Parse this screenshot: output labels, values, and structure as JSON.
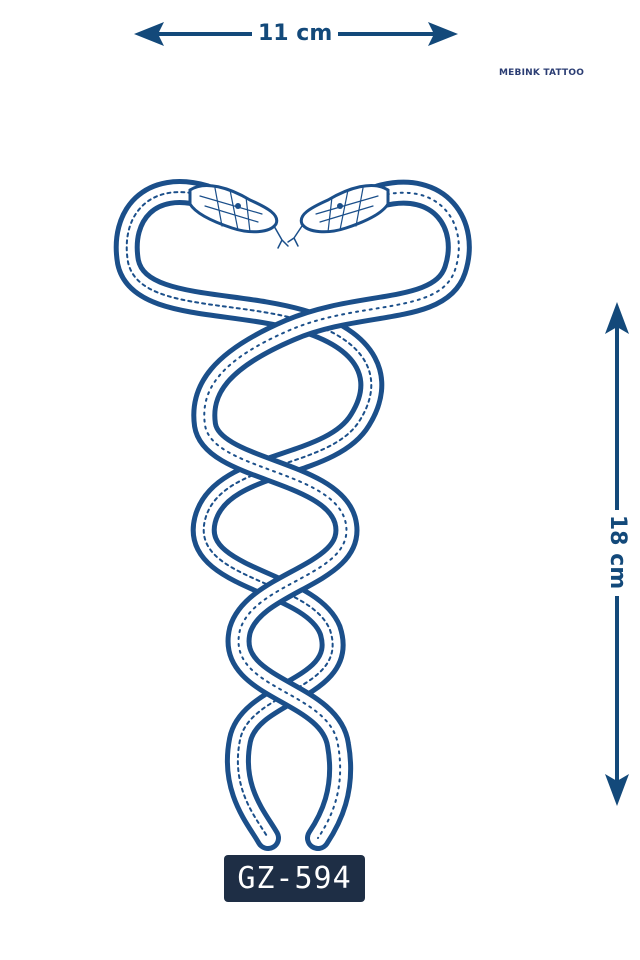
{
  "dimensions": {
    "width_label": "11 cm",
    "height_label": "18 cm"
  },
  "brand": {
    "name": "MEBINK TATTOO"
  },
  "product": {
    "code": "GZ-594"
  },
  "illustration": {
    "subject": "two intertwined snakes",
    "icon": "twin-snakes-icon",
    "ink_color": "#1b4f8a"
  },
  "colors": {
    "arrow": "#13497a",
    "badge_bg": "#1e2e45",
    "badge_text": "#ffffff",
    "brand_text": "#2b3d73"
  }
}
